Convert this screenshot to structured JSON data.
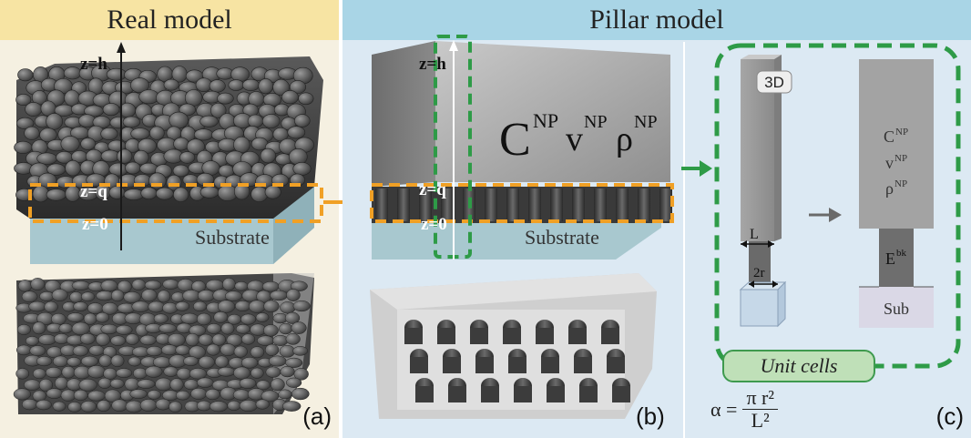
{
  "panel_a": {
    "title": "Real model",
    "label": "(a)",
    "axis": {
      "h": "z=h",
      "q": "z=q",
      "zero": "z=0"
    },
    "substrate": "Substrate"
  },
  "panel_b": {
    "title": "Pillar model",
    "label": "(b)",
    "axis": {
      "h": "z=h",
      "q": "z=q",
      "zero": "z=0"
    },
    "substrate": "Substrate",
    "props": {
      "c": "C",
      "c_sup": "NP",
      "v": "v",
      "v_sup": "NP",
      "rho": "ρ",
      "rho_sup": "NP"
    }
  },
  "panel_c": {
    "label": "(c)",
    "badge_3d": "3D",
    "dim_L": "L",
    "dim_2r": "2r",
    "cell_props": {
      "c": "C",
      "c_sup": "NP",
      "v": "v",
      "v_sup": "NP",
      "rho": "ρ",
      "rho_sup": "NP"
    },
    "e": "E",
    "e_sup": "bk",
    "sub": "Sub",
    "unit_cells": "Unit cells",
    "formula": {
      "lhs": "α =",
      "num": "π r²",
      "den": "L²"
    }
  },
  "colors": {
    "panel_a_bg": "#f5f0e1",
    "panel_a_header": "#f7e4a3",
    "panel_b_bg": "#dce9f3",
    "panel_b_header": "#a9d5e6",
    "highlight_orange": "#f0a025",
    "highlight_green": "#2e9b47",
    "substrate": "#a8c8cf",
    "block_gray": "#9a9a9a"
  }
}
